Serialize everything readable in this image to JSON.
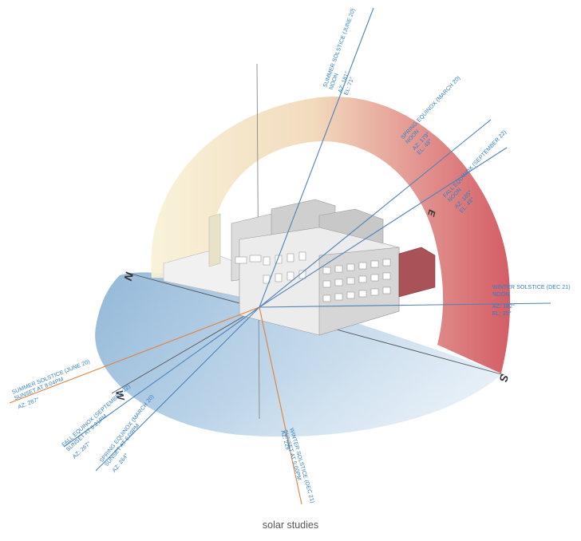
{
  "caption": "solar studies",
  "compass": {
    "north": "N",
    "east": "E",
    "south": "S",
    "west": "W"
  },
  "noon": {
    "summer": {
      "event": "SUMMER SOLSTICE (JUNE 20)",
      "time": "NOON",
      "az": "AZ: 181°",
      "el": "EL: 71°"
    },
    "spring": {
      "event": "SPRING EQUINOX (MARCH 20)",
      "time": "NOON",
      "az": "AZ: 179°",
      "el": "EL: 48°"
    },
    "fall": {
      "event": "FALL EQUINOX (SEPTEMBER 22)",
      "time": "NOON",
      "az": "AZ: 185°",
      "el": "EL: 48°"
    },
    "winter": {
      "event": "WINTER SOLSTICE (DEC 21)",
      "time": "NOON",
      "az": "AZ: 182°",
      "el": "EL: 25°"
    }
  },
  "sunset": {
    "summer": {
      "event": "SUMMER SOLSTICE (JUNE 20)",
      "time": "SUNSET AT 8:04PM",
      "az": "AZ: 287°"
    },
    "fall": {
      "event": "FALL EQUINOX (SEPTEMBER 22)",
      "time": "SUNSET AT 6:21PM",
      "az": "AZ: 267°"
    },
    "spring": {
      "event": "SPRING EQUINOX (MARCH 20)",
      "time": "SUNSET AT 6:09PM",
      "az": "AZ: 264°"
    },
    "winter": {
      "event": "WINTER SOLSTICE (DEC 21)",
      "time": "SUNSET AT 5:00PM",
      "az": "AZ: 229°"
    }
  },
  "colors": {
    "noon_line": "#4e82b8",
    "sunset_line": "#e0813a",
    "label_text": "#2f7fc6",
    "arc_start": "#f7efcf",
    "arc_end": "#d65a60",
    "ground": "#7ea9cf"
  }
}
